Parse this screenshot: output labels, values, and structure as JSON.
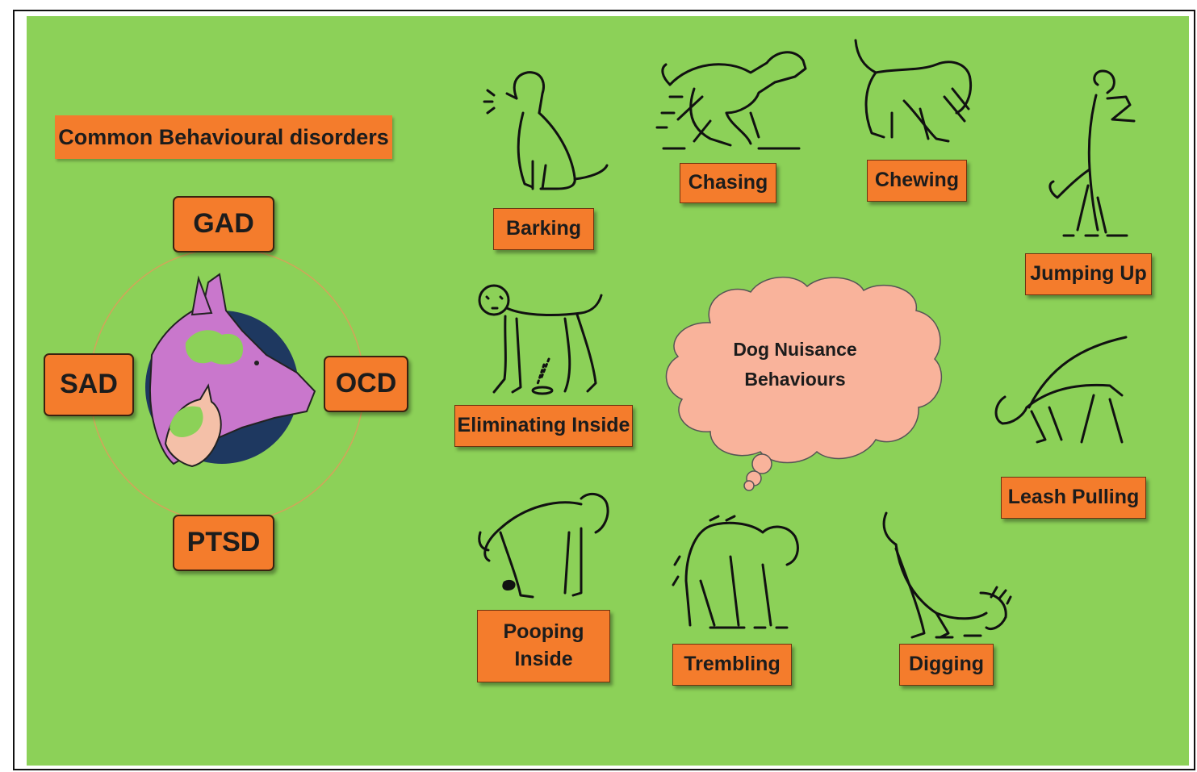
{
  "disorders": {
    "title": "Common Behavioural disorders",
    "items": [
      "GAD",
      "SAD",
      "OCD",
      "PTSD"
    ]
  },
  "nuisance": {
    "center_line1": "Dog Nuisance",
    "center_line2": "Behaviours",
    "behaviours": [
      "Barking",
      "Chasing",
      "Chewing",
      "Jumping Up",
      "Eliminating Inside",
      "Leash Pulling",
      "Pooping",
      "Inside",
      "Trembling",
      "Digging"
    ]
  },
  "colors": {
    "background": "#8cd158",
    "label_fill": "#f47c2c",
    "cloud_fill": "#f9b39b",
    "emblem_pink": "#c977cc",
    "emblem_navy": "#1e3860"
  }
}
